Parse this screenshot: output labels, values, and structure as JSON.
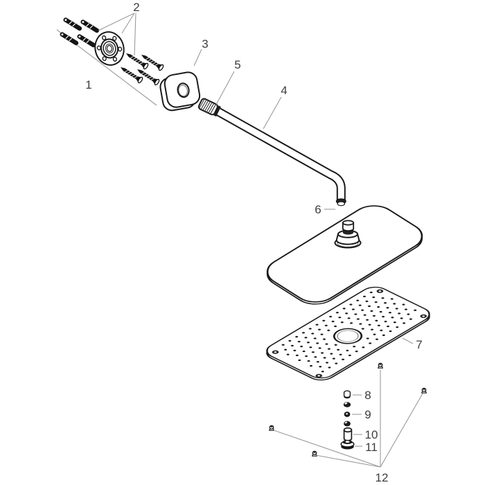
{
  "diagram": {
    "type": "exploded-parts-diagram",
    "subject": "overhead shower with shower arm",
    "colors": {
      "background": "#ffffff",
      "outline": "#1a1a1a",
      "leader": "#9a9a9a",
      "label": "#3d3d3d",
      "fill_dark": "#161616",
      "fill_white": "#ffffff"
    },
    "part_labels": [
      "1",
      "2",
      "3",
      "4",
      "5",
      "6",
      "7",
      "8",
      "9",
      "10",
      "11",
      "12"
    ]
  }
}
